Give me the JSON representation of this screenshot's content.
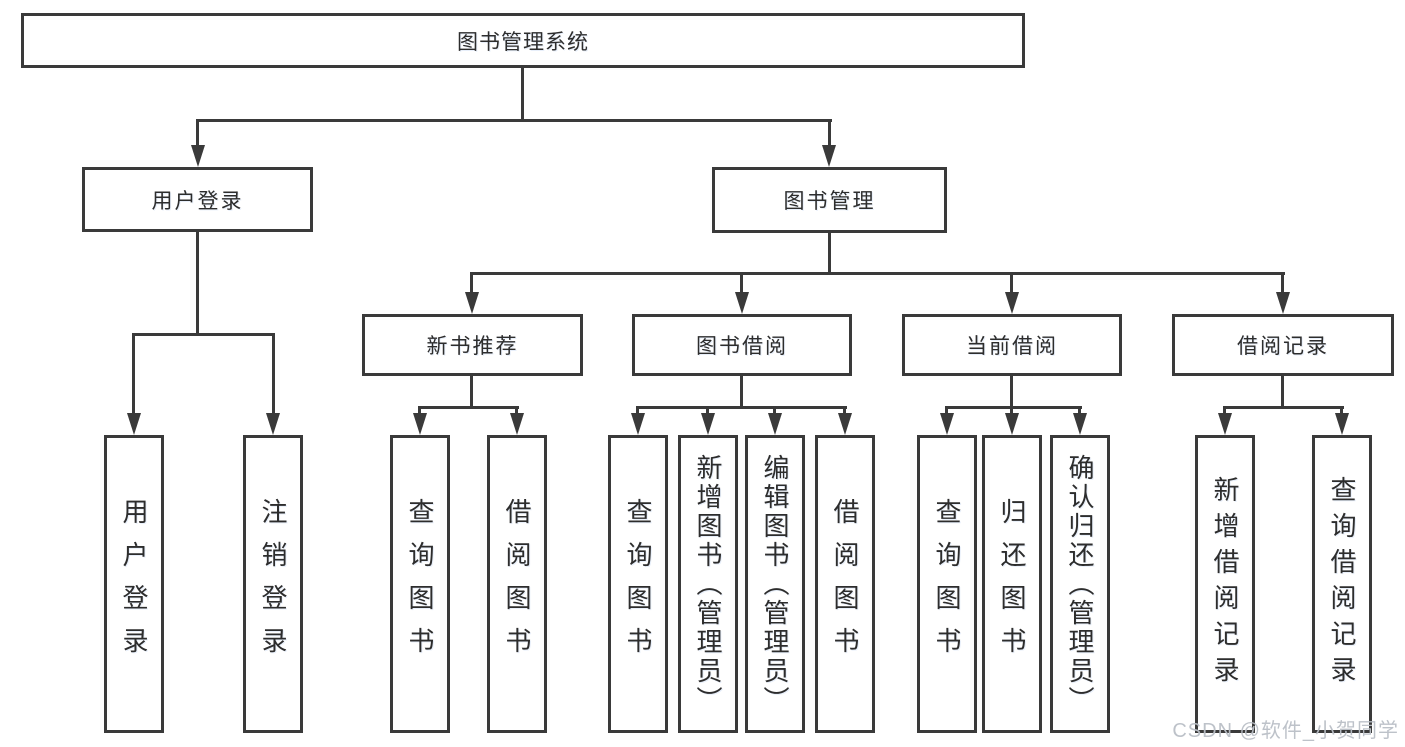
{
  "diagram": {
    "title": "图书管理系统",
    "type": "hierarchy-tree",
    "colors": {
      "line": "#3a3a3a",
      "text": "#2d2d2d",
      "background": "#ffffff",
      "watermark": "#b9bfc6"
    },
    "nodes": {
      "root": {
        "label": "图书管理系统"
      },
      "user_login": {
        "label": "用户登录"
      },
      "book_mgmt": {
        "label": "图书管理"
      },
      "new_book_rec": {
        "label": "新书推荐"
      },
      "book_borrow": {
        "label": "图书借阅"
      },
      "current_borrow": {
        "label": "当前借阅"
      },
      "borrow_records": {
        "label": "借阅记录"
      },
      "leaf_user_login": {
        "label": "用户登录"
      },
      "leaf_logout": {
        "label": "注销登录"
      },
      "leaf_nb_query": {
        "label": "查询图书"
      },
      "leaf_nb_borrow": {
        "label": "借阅图书"
      },
      "leaf_bb_query": {
        "label": "查询图书"
      },
      "leaf_bb_add": {
        "label": "新增图书（管理员）"
      },
      "leaf_bb_edit": {
        "label": "编辑图书（管理员）"
      },
      "leaf_bb_borrow": {
        "label": "借阅图书"
      },
      "leaf_cb_query": {
        "label": "查询图书"
      },
      "leaf_cb_return": {
        "label": "归还图书"
      },
      "leaf_cb_confirm": {
        "label": "确认归还（管理员）"
      },
      "leaf_br_add": {
        "label": "新增借阅记录"
      },
      "leaf_br_query": {
        "label": "查询借阅记录"
      }
    },
    "hierarchy": {
      "图书管理系统": {
        "用户登录": [
          "用户登录",
          "注销登录"
        ],
        "图书管理": {
          "新书推荐": [
            "查询图书",
            "借阅图书"
          ],
          "图书借阅": [
            "查询图书",
            "新增图书（管理员）",
            "编辑图书（管理员）",
            "借阅图书"
          ],
          "当前借阅": [
            "查询图书",
            "归还图书",
            "确认归还（管理员）"
          ],
          "借阅记录": [
            "新增借阅记录",
            "查询借阅记录"
          ]
        }
      }
    },
    "watermark": "CSDN @软件_小贺同学"
  }
}
